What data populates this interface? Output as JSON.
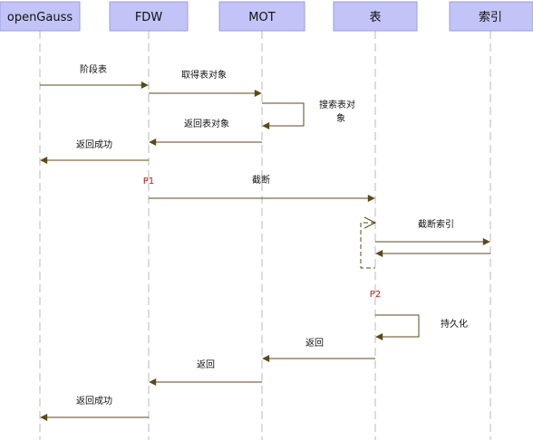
{
  "participants": [
    {
      "id": "opengauss",
      "label": "openGauss"
    },
    {
      "id": "fdw",
      "label": "FDW"
    },
    {
      "id": "mot",
      "label": "MOT"
    },
    {
      "id": "table",
      "label": "表"
    },
    {
      "id": "index",
      "label": "索引"
    }
  ],
  "messages": [
    {
      "id": "m1",
      "label": "阶段表"
    },
    {
      "id": "m2",
      "label": "取得表对象"
    },
    {
      "id": "m3",
      "label_line1": "搜索表对",
      "label_line2": "象"
    },
    {
      "id": "m4",
      "label": "返回表对象"
    },
    {
      "id": "m5",
      "label": "返回成功"
    },
    {
      "id": "m6",
      "label": "截断"
    },
    {
      "id": "m7",
      "label": "截断索引"
    },
    {
      "id": "m8",
      "label": "持久化"
    },
    {
      "id": "m9",
      "label": "返回"
    },
    {
      "id": "m10",
      "label": "返回"
    },
    {
      "id": "m11",
      "label": "返回成功"
    }
  ],
  "markers": {
    "p1": "P1",
    "p2": "P2"
  },
  "colors": {
    "header_fill": "#c2c4f7",
    "header_stroke": "#9a9ce8",
    "lifeline": "#b8b8b8",
    "arrow": "#5c4a16",
    "marker": "#cc1111"
  }
}
